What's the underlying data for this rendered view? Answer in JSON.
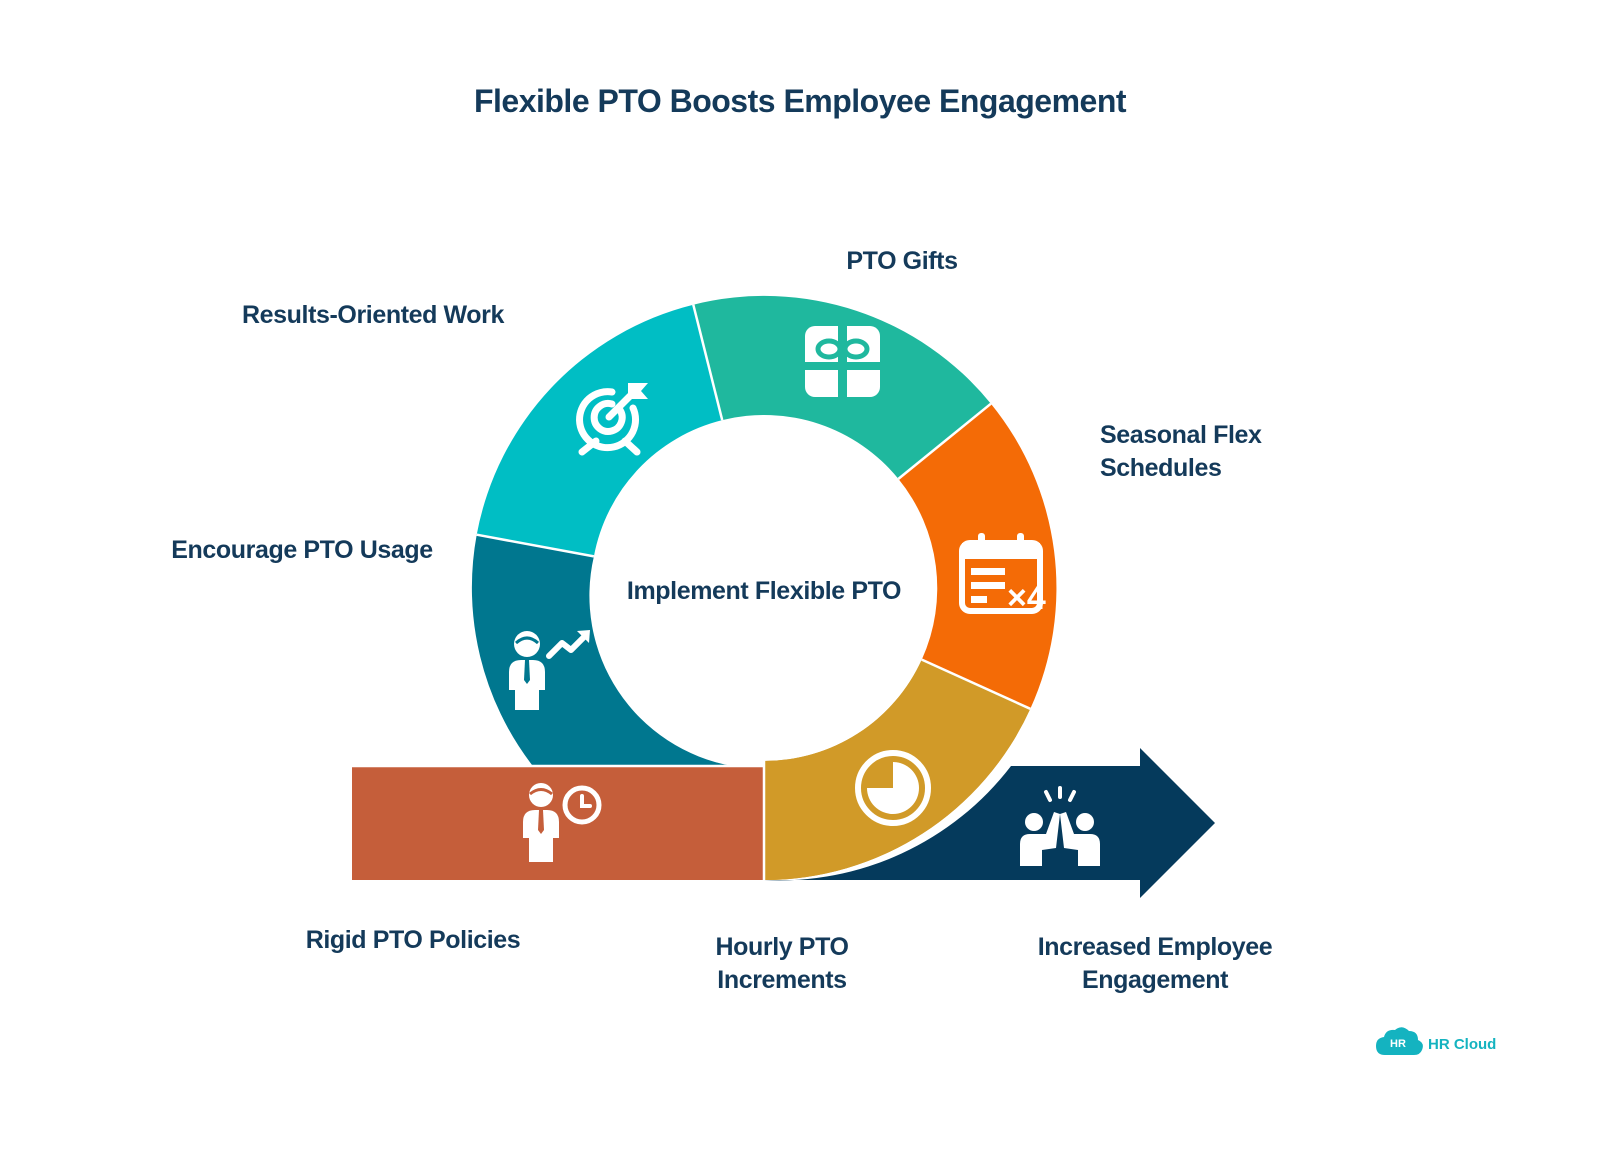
{
  "title": "Flexible PTO Boosts Employee Engagement",
  "center": "Implement Flexible PTO",
  "colors": {
    "text": "#143a5a",
    "results_oriented_work": "#00bec4",
    "pto_gifts": "#1fb89e",
    "seasonal_flex": "#f46b06",
    "hourly_pto": "#d19a28",
    "encourage_pto": "#00778f",
    "rigid_pto": "#c55e3a",
    "engagement_arrow": "#053a5c",
    "logo": "#14b3c0"
  },
  "segments": {
    "results_oriented_work": {
      "label": "Results-Oriented Work",
      "icon": "target-icon"
    },
    "pto_gifts": {
      "label": "PTO Gifts",
      "icon": "gift-icon"
    },
    "seasonal_flex": {
      "line1": "Seasonal Flex",
      "line2": "Schedules",
      "icon": "calendar-x4-icon"
    },
    "hourly_pto": {
      "line1": "Hourly PTO",
      "line2": "Increments",
      "icon": "pie-clock-icon"
    },
    "encourage_pto": {
      "label": "Encourage PTO Usage",
      "icon": "person-growth-icon"
    },
    "rigid_pto": {
      "label": "Rigid PTO Policies",
      "icon": "person-clock-icon"
    },
    "engagement": {
      "line1": "Increased Employee",
      "line2": "Engagement",
      "icon": "high-five-icon"
    }
  },
  "logo": {
    "badge": "HR",
    "name": "HR Cloud"
  }
}
